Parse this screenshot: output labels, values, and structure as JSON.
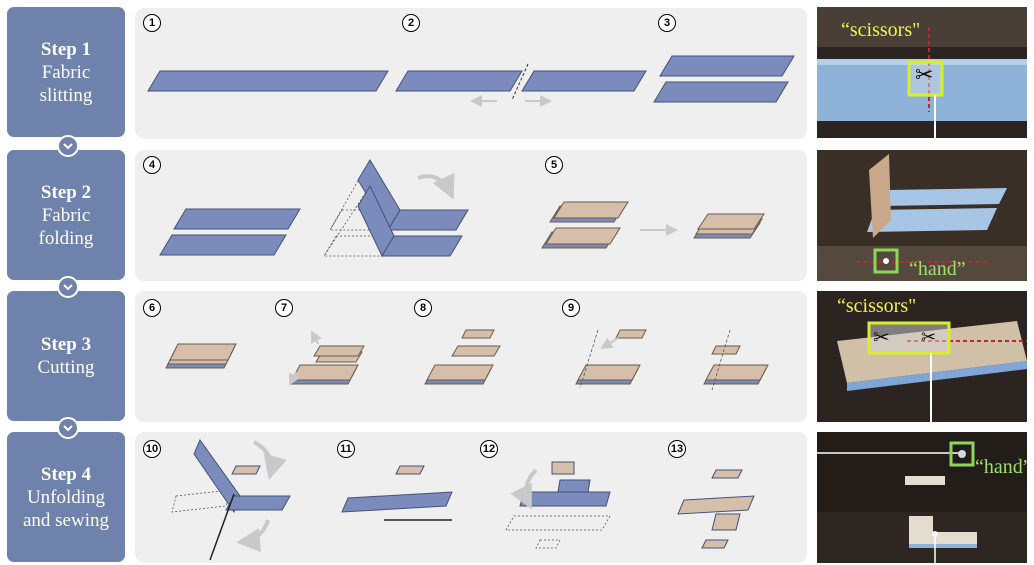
{
  "steps": [
    {
      "title": "Step 1",
      "lines": [
        "Fabric",
        "slitting"
      ]
    },
    {
      "title": "Step 2",
      "lines": [
        "Fabric",
        "folding"
      ]
    },
    {
      "title": "Step 3",
      "lines": [
        "Cutting"
      ]
    },
    {
      "title": "Step 4",
      "lines": [
        "Unfolding",
        "and sewing"
      ]
    }
  ],
  "numbers": [
    "1",
    "2",
    "3",
    "4",
    "5",
    "6",
    "7",
    "8",
    "9",
    "10",
    "11",
    "12",
    "13"
  ],
  "photo_labels": {
    "p1_label": "“scissors\"",
    "p2_label": "“hand”",
    "p3_label": "“scissors\"",
    "p4_label": "“hand”"
  },
  "colors": {
    "step_box": "#6e82ab",
    "fabric_blue": "#7b8cbc",
    "fabric_tan": "#d5bfab",
    "panel_bg": "#efefef",
    "label_yellow": "#f1f543",
    "label_green": "#9fe06a",
    "box_yellow": "#d8ee2a",
    "box_green": "#8dd65a"
  }
}
